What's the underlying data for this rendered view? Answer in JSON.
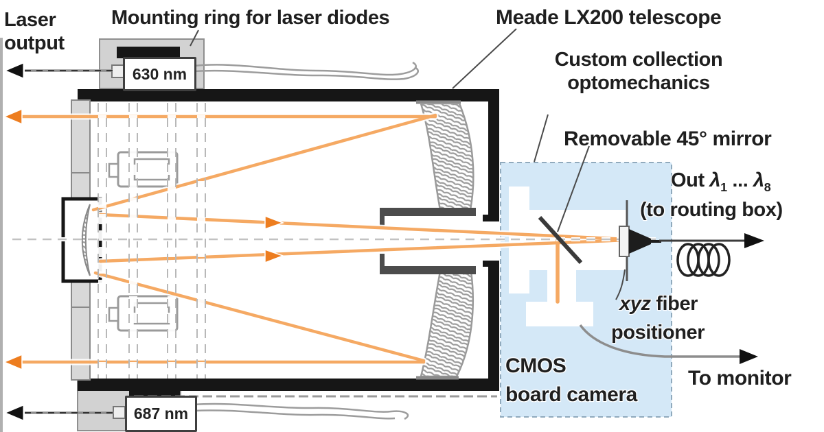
{
  "colors": {
    "beam": "#f5a963",
    "beam_arrow": "#ed7d1f",
    "collection_box_fill": "#d4e8f7",
    "collection_box_border": "#90aabd",
    "ink": "#1f1f1f",
    "structure_gray": "#8a8a8a"
  },
  "labels": {
    "laser_output": {
      "line1": "Laser",
      "line2": "output"
    },
    "mounting_ring": "Mounting ring for laser diodes",
    "telescope": "Meade LX200 telescope",
    "collection_optics": {
      "line1": "Custom collection",
      "line2": "optomechanics"
    },
    "removable_mirror": "Removable 45° mirror",
    "out": {
      "prefix": "Out ",
      "lambda": "λ",
      "sub_first": "1",
      "dots": " ... ",
      "sub_last": "8",
      "line2": "(to routing box)"
    },
    "fiber_positioner": {
      "xyz": "xyz",
      "rest": " fiber",
      "line2": "positioner"
    },
    "cmos": {
      "line1": "CMOS",
      "line2": "board camera"
    },
    "to_monitor": "To monitor",
    "diode_top_wavelength": "630 nm",
    "diode_bottom_wavelength": "687 nm"
  }
}
